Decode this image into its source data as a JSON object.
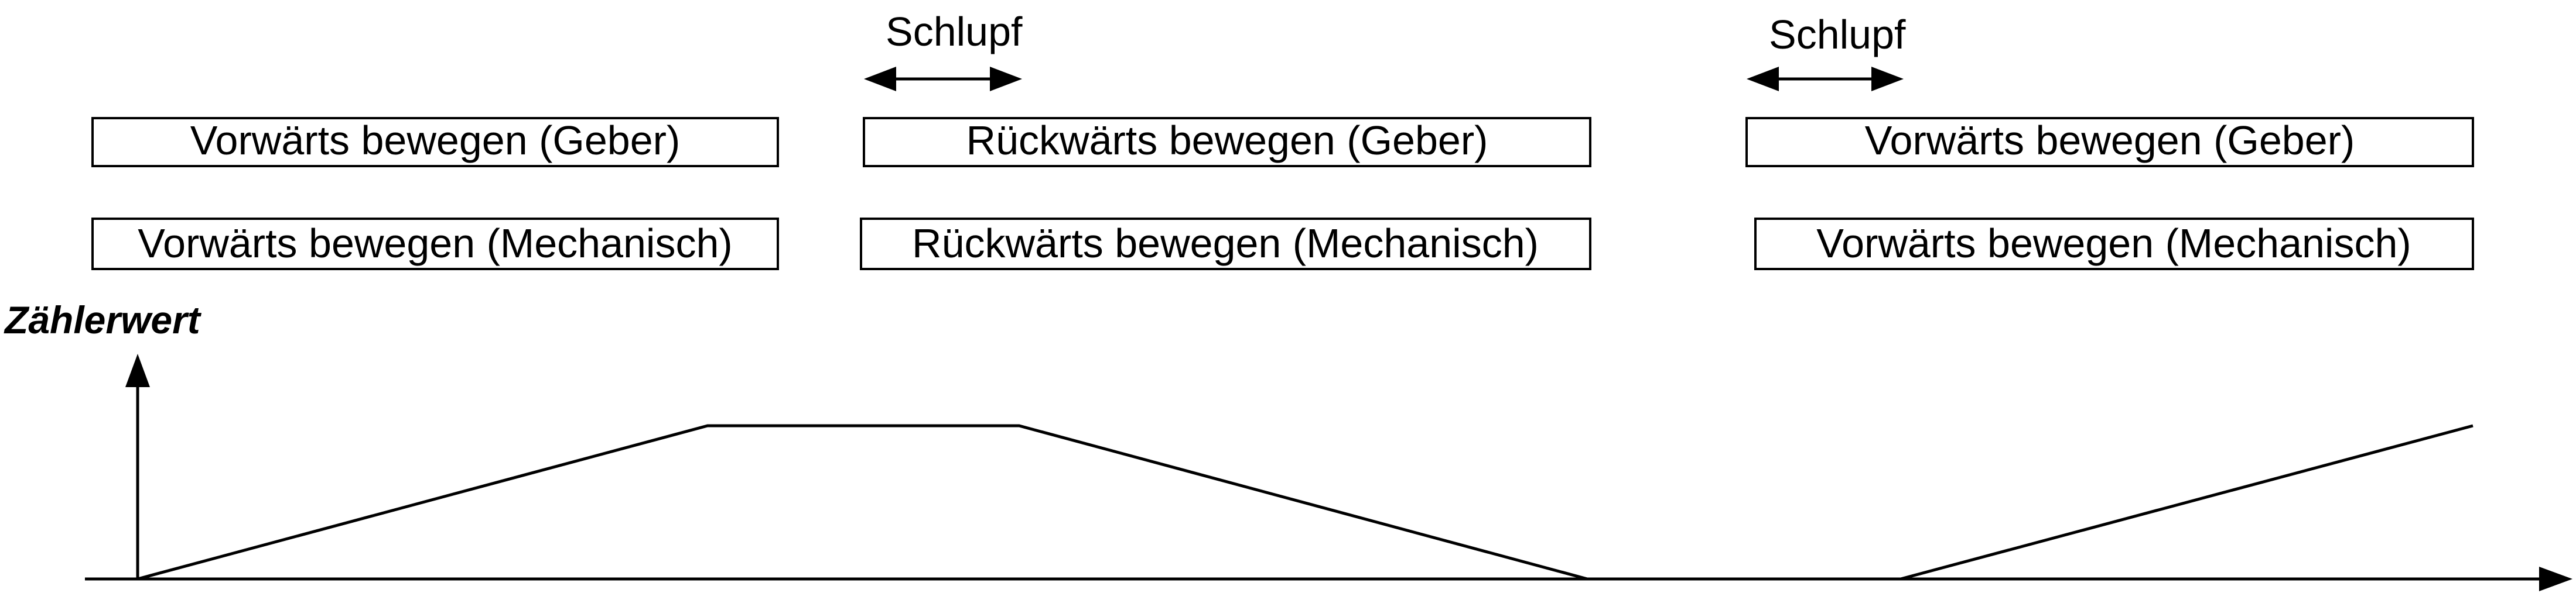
{
  "diagram": {
    "slip_labels": [
      "Schlupf",
      "Schlupf"
    ],
    "encoder_row": [
      "Vorwärts bewegen (Geber)",
      "Rückwärts bewegen (Geber)",
      "Vorwärts bewegen (Geber)"
    ],
    "mechanical_row": [
      "Vorwärts bewegen (Mechanisch)",
      "Rückwärts bewegen (Mechanisch)",
      "Vorwärts bewegen (Mechanisch)"
    ],
    "y_axis_title": "Zählerwert"
  }
}
